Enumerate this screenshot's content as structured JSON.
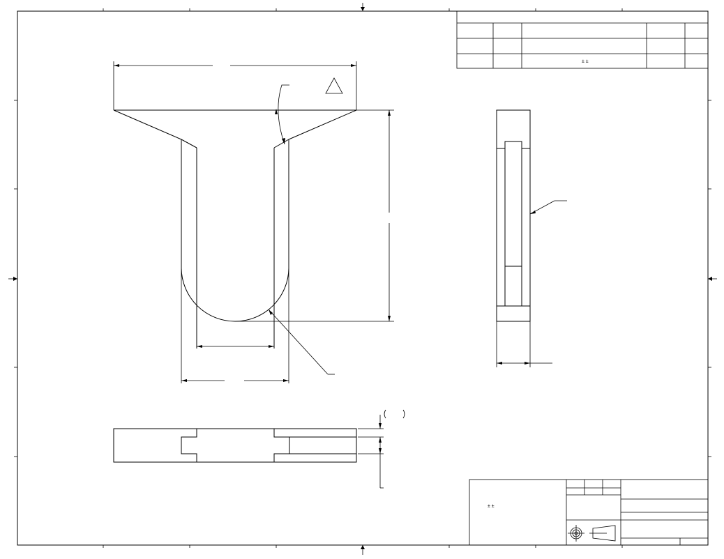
{
  "sheet": {
    "background": "#ffffff",
    "line_color": "#000000"
  },
  "revision_block": {
    "tolerance_note": "±   ±"
  },
  "title_block": {
    "tolerance_symbols": "± ±"
  },
  "views": [
    "front-view",
    "side-view",
    "bottom-view"
  ],
  "symbols": [
    "surface-finish-triangle-icon",
    "third-angle-projection-icon",
    "taper-icon"
  ]
}
